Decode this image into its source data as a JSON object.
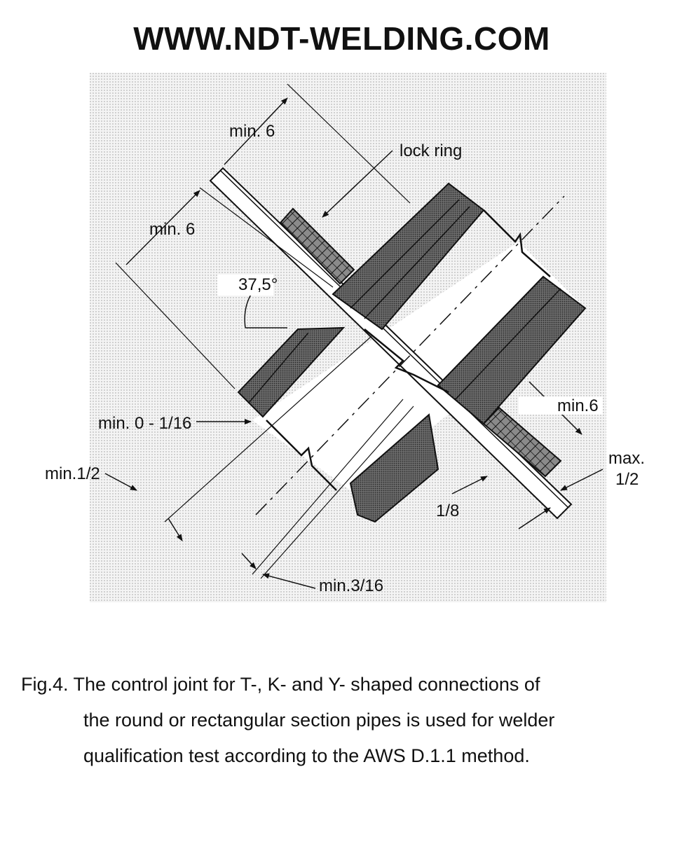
{
  "header": {
    "site_title": "WWW.NDT-WELDING.COM"
  },
  "diagram": {
    "labels": {
      "min6_top": "min. 6",
      "lock_ring": "lock ring",
      "min6_left": "min. 6",
      "angle": "37,5°",
      "min6_right": "min.6",
      "max_line1": "max.",
      "max_line2": "1/2",
      "min_0_1_16": "min. 0 - 1/16",
      "min_1_2": "min.1/2",
      "eighth": "1/8",
      "min_3_16": "min.3/16"
    }
  },
  "caption": {
    "prefix": "Fig.4.",
    "line1": "The control joint for T-, K- and Y- shaped connections of",
    "line2": "the round or rectangular section pipes is used for welder",
    "line3": "qualification test according to the AWS D.1.1 method."
  }
}
